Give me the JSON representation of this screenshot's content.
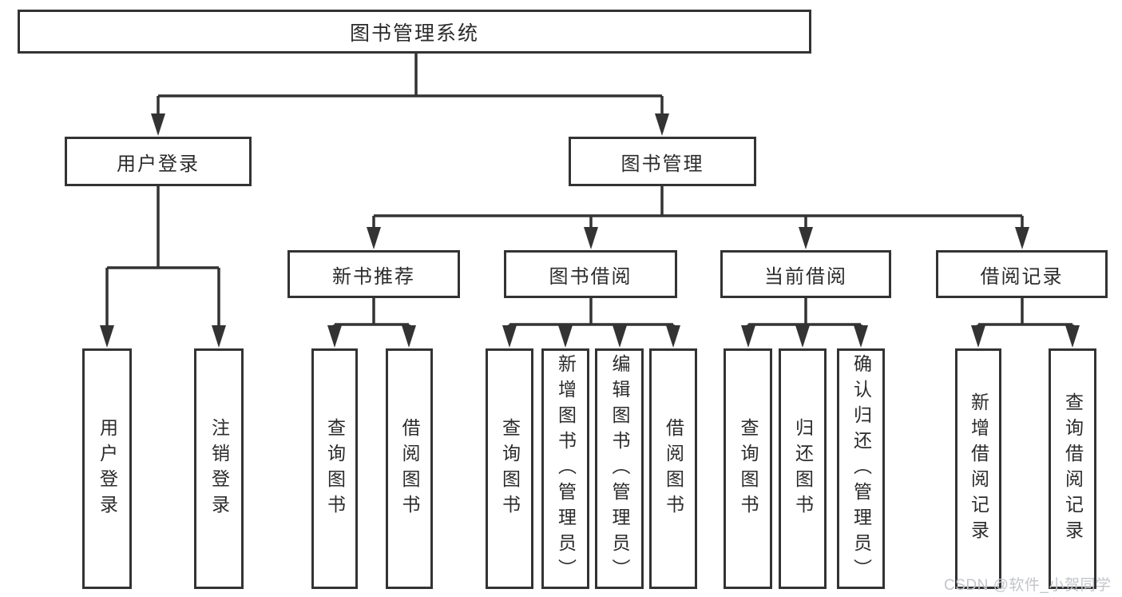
{
  "diagram_title": "图书管理系统",
  "tree": {
    "root": {
      "label": "图书管理系统"
    },
    "branches": [
      {
        "label": "用户登录",
        "children": [
          {
            "label": "用户登录"
          },
          {
            "label": "注销登录"
          }
        ]
      },
      {
        "label": "图书管理",
        "children": [
          {
            "label": "新书推荐",
            "children": [
              {
                "label": "查询图书"
              },
              {
                "label": "借阅图书"
              }
            ]
          },
          {
            "label": "图书借阅",
            "children": [
              {
                "label": "查询图书"
              },
              {
                "label": "新增图书（管理员）"
              },
              {
                "label": "编辑图书（管理员）"
              },
              {
                "label": "借阅图书"
              }
            ]
          },
          {
            "label": "当前借阅",
            "children": [
              {
                "label": "查询图书"
              },
              {
                "label": "归还图书"
              },
              {
                "label": "确认归还（管理员）"
              }
            ]
          },
          {
            "label": "借阅记录",
            "children": [
              {
                "label": "新增借阅记录"
              },
              {
                "label": "查询借阅记录"
              }
            ]
          }
        ]
      }
    ]
  },
  "watermark": "CSDN @软件_小贺同学",
  "colors": {
    "line": "#333333",
    "box_border": "#333333",
    "box_background": "#ffffff",
    "text": "#2b2b2b",
    "watermark": "#c3c5ca"
  }
}
